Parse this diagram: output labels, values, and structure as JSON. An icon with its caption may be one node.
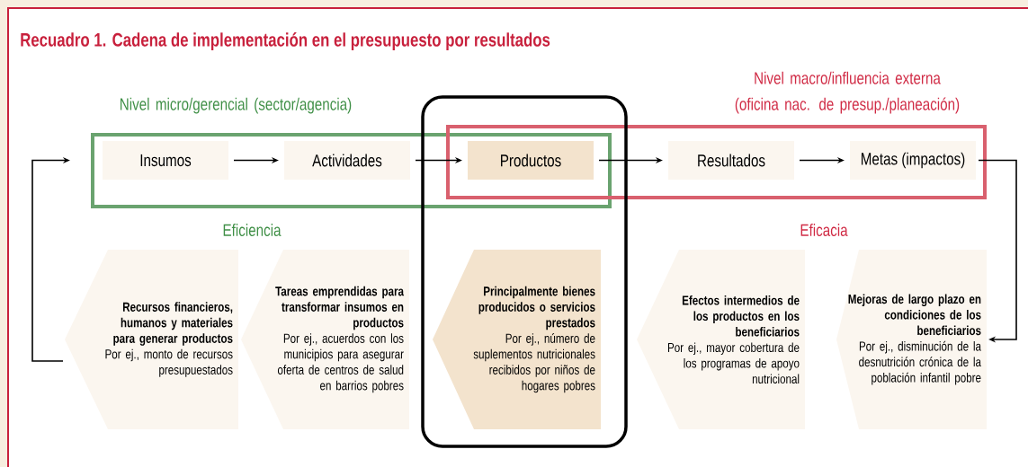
{
  "diagram": {
    "title": "Recuadro 1. Cadena de implementación en el presupuesto por resultados",
    "nodes": [
      {
        "text": [
          "Nivel micro/gerencial (sector/agencia)"
        ]
      },
      {
        "text": [
          "Nivel macro/influencia externa (oficina nac. de presup./planeación)"
        ]
      },
      {
        "text": [],
        "shape": "box"
      },
      {
        "text": [
          "Insumos"
        ],
        "in": 0
      },
      {
        "text": [
          "Actividades"
        ],
        "in": 0
      },
      {
        "text": [
          "Productos"
        ]
      },
      {
        "text": [
          "Resultados"
        ],
        "in": 1
      },
      {
        "text": [
          "Metas (impactos)"
        ],
        "in": 1
      },
      {
        "text": [
          "Recursos financieros, humanos y materiales para generar productos",
          "Por ej., monto de recursos presupuestados"
        ]
      },
      {
        "text": [
          "Tareas emprendidas para transformar insumos en productos",
          "Por ej., acuerdos con los municipios para asegurar oferta de centros de salud en barrios pobres"
        ]
      },
      {
        "text": [
          "Principalmente bienes producidos o servicios prestados",
          "Por ej., número de suplementos nutricionales recibidos por niños de hogares pobres"
        ],
        "in": 2
      },
      {
        "text": [
          "Efectos intermedios de los productos en los beneficiarios",
          "Por ej., mayor cobertura de los programas de apoyo nutricional"
        ]
      },
      {
        "text": [
          "Mejoras de largo plazo en condiciones de los beneficiarios",
          "Por ej., disminución de la desnutrición crónica de la población infantil pobre"
        ]
      }
    ],
    "edges": [
      {
        "from": 3,
        "to": 4,
        "arrow": "to"
      },
      {
        "from": 4,
        "to": 5,
        "arrow": "to"
      },
      {
        "from": 5,
        "to": 6,
        "arrow": "to"
      },
      {
        "from": 6,
        "to": 7,
        "arrow": "to"
      },
      {
        "from": 7,
        "to": 12,
        "arrow": "to"
      },
      {
        "from": 8,
        "to": 3,
        "arrow": "to"
      }
    ],
    "labels": [
      "Eficiencia",
      "Eficacia"
    ]
  }
}
